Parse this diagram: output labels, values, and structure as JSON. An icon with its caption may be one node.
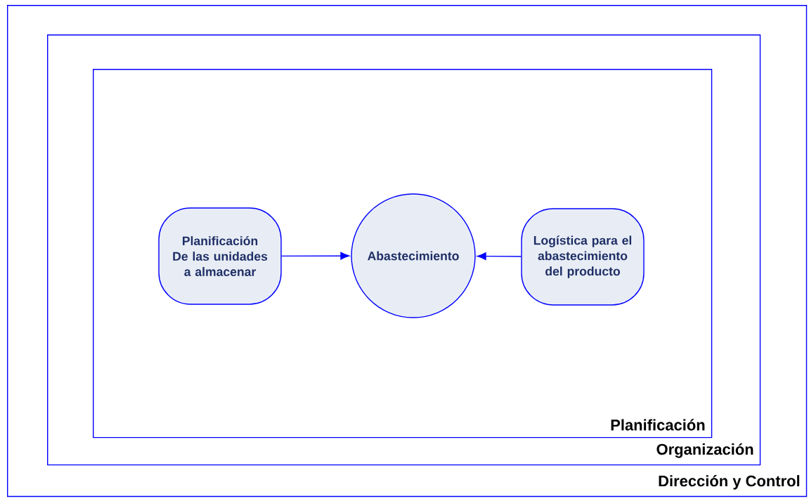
{
  "diagram": {
    "nodes": [
      {
        "text": [
          "Dirección y Control"
        ]
      },
      {
        "text": [
          "Organización"
        ],
        "in": 0
      },
      {
        "text": [
          "Planificación"
        ],
        "in": 1
      },
      {
        "text": [
          "Planificación De las unidades a almacenar"
        ],
        "in": 2
      },
      {
        "text": [
          "Abastecimiento"
        ],
        "in": 2
      },
      {
        "text": [
          "Logística para el abastecimiento del producto"
        ],
        "in": 2
      }
    ],
    "edges": [
      {
        "from": 3,
        "to": 4,
        "arrow": "to"
      },
      {
        "from": 5,
        "to": 4,
        "arrow": "to"
      }
    ]
  }
}
